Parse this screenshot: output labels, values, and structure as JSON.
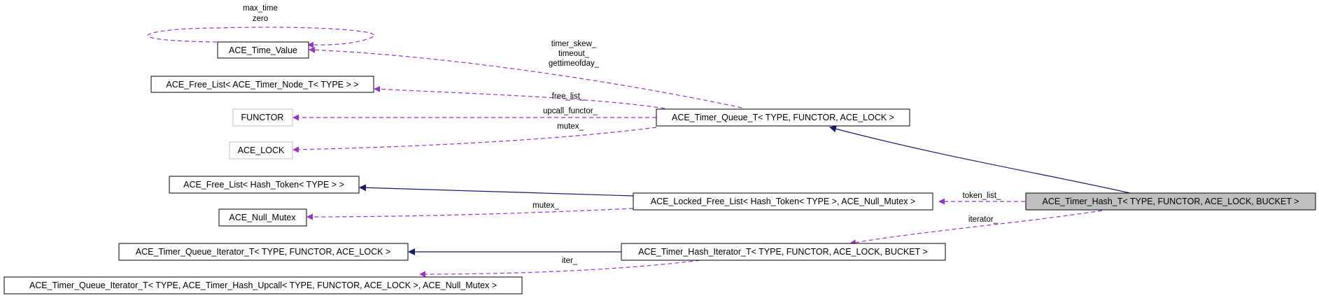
{
  "colors": {
    "usage_edge": "#9a32cd",
    "inheritance_edge": "#191970",
    "focus_fill": "#bfbfbf",
    "undocumented_border": "#c0c0c0"
  },
  "nodes": {
    "ace_time_value": "ACE_Time_Value",
    "free_list_timer_node": "ACE_Free_List< ACE_Timer_Node_T< TYPE > >",
    "functor": "FUNCTOR",
    "ace_lock": "ACE_LOCK",
    "free_list_hash_token": "ACE_Free_List< Hash_Token< TYPE > >",
    "ace_null_mutex": "ACE_Null_Mutex",
    "timer_queue_iterator": "ACE_Timer_Queue_Iterator_T< TYPE, FUNCTOR, ACE_LOCK >",
    "timer_queue_iterator_hash_upcall": "ACE_Timer_Queue_Iterator_T< TYPE, ACE_Timer_Hash_Upcall< TYPE, FUNCTOR, ACE_LOCK >, ACE_Null_Mutex >",
    "timer_queue_t": "ACE_Timer_Queue_T< TYPE, FUNCTOR, ACE_LOCK >",
    "locked_free_list": "ACE_Locked_Free_List< Hash_Token< TYPE >, ACE_Null_Mutex >",
    "timer_hash_iterator": "ACE_Timer_Hash_Iterator_T< TYPE, FUNCTOR, ACE_LOCK, BUCKET >",
    "timer_hash_t": "ACE_Timer_Hash_T< TYPE, FUNCTOR, ACE_LOCK, BUCKET >"
  },
  "edge_labels": {
    "max_time": "max_time",
    "zero": "zero",
    "timer_skew": "timer_skew_",
    "timeout": "timeout_",
    "gettimeofday": "gettimeofday_",
    "free_list": "free_list_",
    "upcall_functor": "upcall_functor_",
    "mutex_lock": "mutex_",
    "mutex_null": "mutex_",
    "token_list": "token_list_",
    "iterator": "iterator_",
    "iter": "iter_"
  }
}
